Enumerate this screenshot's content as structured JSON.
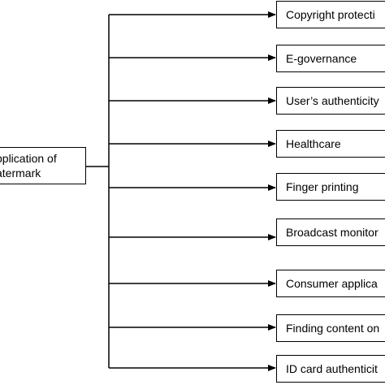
{
  "root": {
    "line1": "pplication of",
    "line2": "atermark"
  },
  "applications": [
    "Copyright protecti",
    "E-governance",
    "User’s authenticity",
    "Healthcare",
    "Finger printing",
    "Broadcast monitor",
    "Consumer applica",
    "Finding content on",
    "ID card authenticit"
  ],
  "colors": {
    "line": "#000000",
    "background": "#ffffff"
  }
}
